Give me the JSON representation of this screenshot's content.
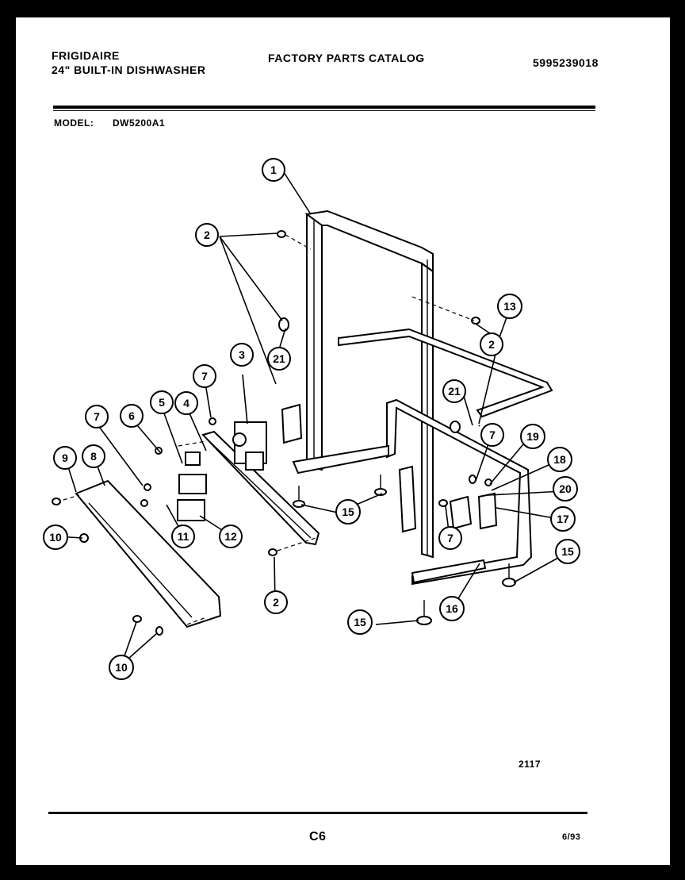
{
  "header": {
    "brand": "FRIGIDAIRE",
    "product": "24\" BUILT-IN DISHWASHER",
    "catalog_title": "FACTORY PARTS CATALOG",
    "catalog_number": "5995239018"
  },
  "model": {
    "label": "MODEL:",
    "value": "DW5200A1"
  },
  "callouts": [
    {
      "id": "c1",
      "label": "1"
    },
    {
      "id": "c2a",
      "label": "2"
    },
    {
      "id": "c2b",
      "label": "2"
    },
    {
      "id": "c2c",
      "label": "2"
    },
    {
      "id": "c3",
      "label": "3"
    },
    {
      "id": "c4",
      "label": "4"
    },
    {
      "id": "c5",
      "label": "5"
    },
    {
      "id": "c6",
      "label": "6"
    },
    {
      "id": "c7a",
      "label": "7"
    },
    {
      "id": "c7b",
      "label": "7"
    },
    {
      "id": "c7c",
      "label": "7"
    },
    {
      "id": "c7d",
      "label": "7"
    },
    {
      "id": "c8",
      "label": "8"
    },
    {
      "id": "c9",
      "label": "9"
    },
    {
      "id": "c10a",
      "label": "10"
    },
    {
      "id": "c10b",
      "label": "10"
    },
    {
      "id": "c11",
      "label": "11"
    },
    {
      "id": "c12",
      "label": "12"
    },
    {
      "id": "c13",
      "label": "13"
    },
    {
      "id": "c15a",
      "label": "15"
    },
    {
      "id": "c15b",
      "label": "15"
    },
    {
      "id": "c15c",
      "label": "15"
    },
    {
      "id": "c16",
      "label": "16"
    },
    {
      "id": "c17",
      "label": "17"
    },
    {
      "id": "c18",
      "label": "18"
    },
    {
      "id": "c19",
      "label": "19"
    },
    {
      "id": "c20",
      "label": "20"
    },
    {
      "id": "c21a",
      "label": "21"
    },
    {
      "id": "c21b",
      "label": "21"
    }
  ],
  "footer": {
    "drawing_number": "2117",
    "page_code": "C6",
    "issue_date": "6/93"
  }
}
